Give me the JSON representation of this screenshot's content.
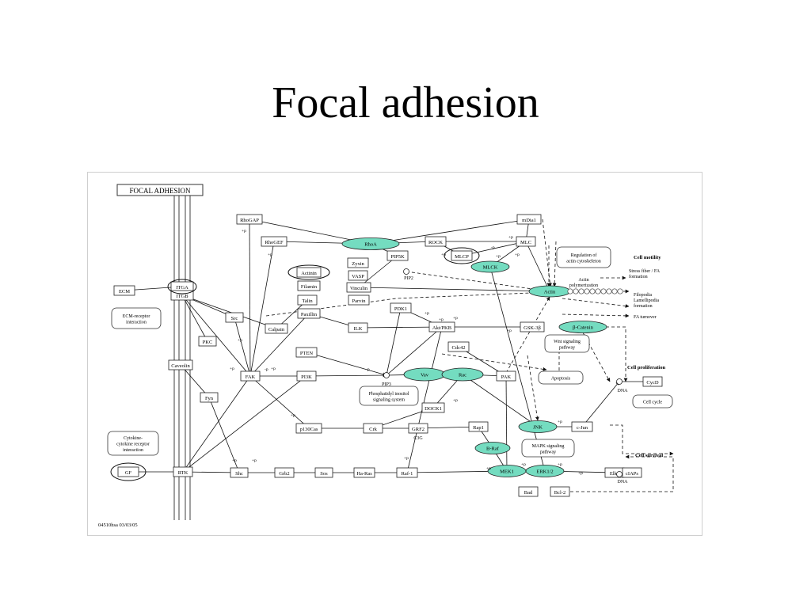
{
  "slide": {
    "title": "Focal adhesion"
  },
  "diagram": {
    "header": "FOCAL ADHESION",
    "footer": "04510hsa 03/03/05",
    "colors": {
      "highlight": "#74dcc0",
      "line": "#111111",
      "frame": "#cfcfcf"
    },
    "boxes": {
      "ecm": "ECM",
      "itga": "ITGA",
      "itgb": "ITGB",
      "caveolin": "Caveolin",
      "rhogap": "RhoGAP",
      "rhogef": "RhoGEF",
      "actinin": "Actinin",
      "filamin": "Filamin",
      "talin": "Talin",
      "paxillin": "Paxillin",
      "zyxin": "Zyxin",
      "vasp": "VASP",
      "vinculin": "Vinculin",
      "parvin": "Parvin",
      "pip5k": "PIP5K",
      "rock": "ROCK",
      "mlcp": "MLCP",
      "mdia1": "mDia1",
      "mlc": "MLC",
      "pdk1": "PDK1",
      "ilk": "ILK",
      "aktpkb": "Akt/PKB",
      "gsk3b": "GSK-3β",
      "src": "Src",
      "pkc": "PKC",
      "fak": "FAK",
      "calpain": "Calpain",
      "pten": "PTEN",
      "pi3k": "PI3K",
      "fyn": "Fyn",
      "cdc42": "Cdc42",
      "pak": "PAK",
      "dock1": "DOCK1",
      "p130cas": "p130Cas",
      "crk": "Crk",
      "grf2": "GRF2",
      "rap1": "Rap1",
      "cjun": "c-Jun",
      "cycd": "CycD",
      "gf": "GF",
      "rtk": "RTK",
      "shc": "Shc",
      "grb2": "Grb2",
      "sos": "Sos",
      "haras": "Ha-Ras",
      "raf1": "Raf-1",
      "elk1": "Elk1",
      "ciaps": "cIAPs",
      "bad": "Bad",
      "bcl2": "Bcl-2"
    },
    "ovals": {
      "rhoa": "RhoA",
      "mlck": "MLCK",
      "actin": "Actin",
      "bcatenin": "β-Catenin",
      "vav": "Vav",
      "rac": "Rac",
      "jnk": "JNK",
      "braf": "B-Raf",
      "mek1": "MEK1",
      "erk12": "ERK1/2"
    },
    "rounded": {
      "ecm_receptor": [
        "ECM-receptor",
        "interaction"
      ],
      "cytokine": [
        "Cytokine-",
        "cytokine receptor",
        "interaction"
      ],
      "reg_actin": [
        "Regulation of",
        "actin cytoskeleton"
      ],
      "wnt": [
        "Wnt signaling",
        "pathway"
      ],
      "apoptosis": [
        "Apoptosis"
      ],
      "cell_cycle": [
        "Cell cycle"
      ],
      "phosphoinositol": [
        "Phosphatidyl inositol",
        "signaling system"
      ],
      "mapk": [
        "MAPK signaling",
        "pathway"
      ]
    },
    "labels": {
      "pip2": "PIP2",
      "pip3": "PIP3",
      "c3g": "C3G",
      "dna1": "DNA",
      "dna2": "DNA",
      "actin_poly": [
        "Actin",
        "polymerization"
      ],
      "cell_motility": "Cell motility",
      "stress_fiber": [
        "Stress fiber / FA",
        "formation"
      ],
      "filopodia": [
        "Filopodia",
        "Lamellipodia",
        "formation"
      ],
      "fa_turnover": "FA turnover",
      "cell_proliferation": "Cell proliferation",
      "cell_survival": "Cell survival",
      "p": "+p",
      "mp": "-p"
    }
  }
}
